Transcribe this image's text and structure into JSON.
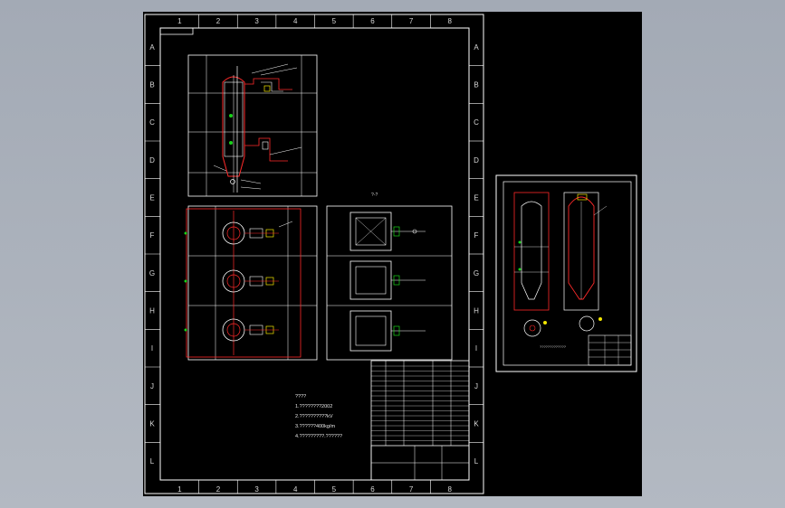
{
  "sheet": {
    "columns": [
      "1",
      "2",
      "3",
      "4",
      "5",
      "6",
      "7",
      "8"
    ],
    "rows": [
      "A",
      "B",
      "C",
      "D",
      "E",
      "F",
      "G",
      "H",
      "I",
      "J",
      "K",
      "L"
    ]
  },
  "notes": {
    "title": "????",
    "lines": [
      "1.????????2002",
      "2.??????????kV",
      "3.??????400kg/m",
      "4.?????????.??????"
    ]
  },
  "view_label": "?-?",
  "second_sheet_label": "?????????????",
  "colors": {
    "background": "#000000",
    "frame": "#ffffff",
    "red_line": "#ff2a2a",
    "green_mark": "#19d219",
    "yellow_mark": "#f2e600"
  }
}
